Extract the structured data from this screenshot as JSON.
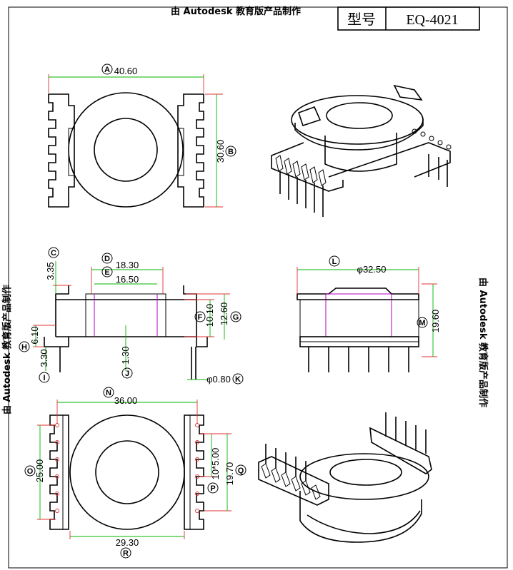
{
  "watermark": "由 Autodesk 教育版产品制作",
  "title_block": {
    "model_label": "型号",
    "model_value": "EQ-4021"
  },
  "top_view": {
    "width": {
      "letter": "A",
      "value": "40.60"
    },
    "height": {
      "letter": "B",
      "value": "30.60"
    }
  },
  "front_view": {
    "c": {
      "letter": "C",
      "value": "3.35"
    },
    "d": {
      "letter": "D",
      "value": "18.30"
    },
    "e": {
      "letter": "E",
      "value": "16.50"
    },
    "f": {
      "letter": "F",
      "value": "10.10"
    },
    "g": {
      "letter": "G",
      "value": "12.60"
    },
    "h": {
      "letter": "H",
      "value": "6.10"
    },
    "i": {
      "letter": "I",
      "value": "3.30"
    },
    "j": {
      "letter": "J",
      "value": "1.30"
    },
    "k": {
      "letter": "K",
      "value": "φ0.80"
    }
  },
  "side_view": {
    "l": {
      "letter": "L",
      "value": "φ32.50"
    },
    "m": {
      "letter": "M",
      "value": "19.60"
    }
  },
  "bottom_view": {
    "n": {
      "letter": "N",
      "value": "36.00"
    },
    "o": {
      "letter": "O",
      "value": "25.00"
    },
    "p": {
      "letter": "P",
      "value": "10*5.00"
    },
    "q": {
      "letter": "Q",
      "value": "19.70"
    },
    "r": {
      "letter": "R",
      "value": "29.30"
    }
  }
}
